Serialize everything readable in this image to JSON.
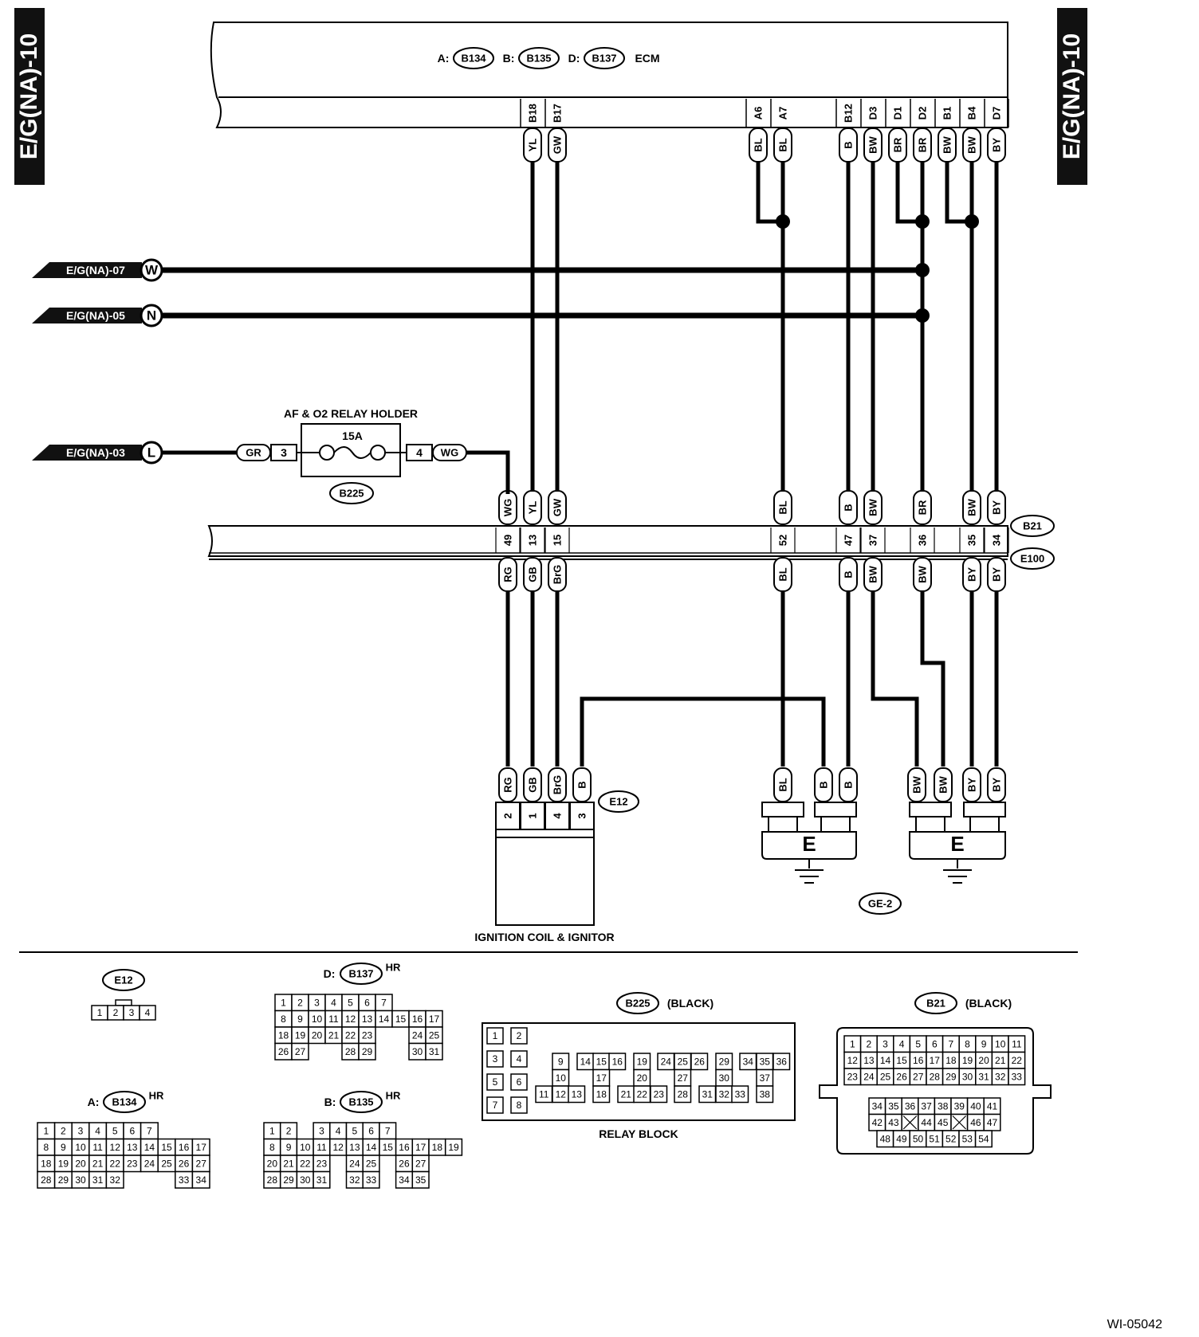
{
  "page_tab": "E/G(NA)-10",
  "figure_code": "WI-05042",
  "ecm": {
    "label": "ECM",
    "connectors": [
      {
        "prefix": "A:",
        "id": "B134"
      },
      {
        "prefix": "B:",
        "id": "B135"
      },
      {
        "prefix": "D:",
        "id": "B137"
      }
    ]
  },
  "ecm_pins": [
    {
      "pin": "B18",
      "color": "YL"
    },
    {
      "pin": "B17",
      "color": "GW"
    },
    {
      "pin": "A6",
      "color": "BL"
    },
    {
      "pin": "A7",
      "color": "BL"
    },
    {
      "pin": "B12",
      "color": "B"
    },
    {
      "pin": "D3",
      "color": "BW"
    },
    {
      "pin": "D1",
      "color": "BR"
    },
    {
      "pin": "D2",
      "color": "BR"
    },
    {
      "pin": "B1",
      "color": "BW"
    },
    {
      "pin": "B4",
      "color": "BW"
    },
    {
      "pin": "D7",
      "color": "BY"
    }
  ],
  "references": [
    {
      "page": "E/G(NA)-07",
      "letter": "W"
    },
    {
      "page": "E/G(NA)-05",
      "letter": "N"
    },
    {
      "page": "E/G(NA)-03",
      "letter": "L"
    }
  ],
  "relay_holder": {
    "title": "AF & O2 RELAY HOLDER",
    "fuse": "15A",
    "connector": "B225",
    "in_pin": "3",
    "in_color": "GR",
    "out_pin": "4",
    "out_color": "WG"
  },
  "junction": {
    "upper_id": "B21",
    "lower_id": "E100",
    "upper": [
      {
        "color": "WG",
        "pin": "49"
      },
      {
        "color": "YL",
        "pin": "13"
      },
      {
        "color": "GW",
        "pin": "15"
      },
      {
        "color": "BL",
        "pin": "52"
      },
      {
        "color": "B",
        "pin": "47"
      },
      {
        "color": "BW",
        "pin": "37"
      },
      {
        "color": "BR",
        "pin": "36"
      },
      {
        "color": "BW",
        "pin": "35"
      },
      {
        "color": "BY",
        "pin": "34"
      }
    ],
    "lower": [
      "RG",
      "GB",
      "BrG",
      "BL",
      "B",
      "BW",
      "BW",
      "BY",
      "BY"
    ]
  },
  "ignition": {
    "label": "IGNITION COIL & IGNITOR",
    "connector": "E12",
    "pins": [
      {
        "color": "RG",
        "pin": "2"
      },
      {
        "color": "GB",
        "pin": "1"
      },
      {
        "color": "BrG",
        "pin": "4"
      },
      {
        "color": "B",
        "pin": "3"
      }
    ]
  },
  "grounds": {
    "symbol": "E",
    "label": "GE-2",
    "left": [
      "BL",
      "B",
      "B"
    ],
    "right": [
      "BW",
      "BW",
      "BY",
      "BY"
    ]
  },
  "connector_views": {
    "e12": {
      "id": "E12",
      "pins": [
        "1",
        "2",
        "3",
        "4"
      ]
    },
    "b137": {
      "prefix": "D:",
      "id": "B137",
      "suffix": "HR",
      "rows": [
        [
          "1",
          "2",
          "3",
          "4",
          "5",
          "6",
          "7"
        ],
        [
          "8",
          "9",
          "10",
          "11",
          "12",
          "13",
          "14",
          "15",
          "16",
          "17"
        ],
        [
          "18",
          "19",
          "20",
          "21",
          "22",
          "23",
          "",
          "",
          "24",
          "25"
        ],
        [
          "26",
          "27",
          "",
          "",
          "28",
          "29",
          "",
          "",
          "30",
          "31"
        ]
      ]
    },
    "b134": {
      "prefix": "A:",
      "id": "B134",
      "suffix": "HR",
      "rows": [
        [
          "1",
          "2",
          "3",
          "4",
          "5",
          "6",
          "7"
        ],
        [
          "8",
          "9",
          "10",
          "11",
          "12",
          "13",
          "14",
          "15",
          "16",
          "17"
        ],
        [
          "18",
          "19",
          "20",
          "21",
          "22",
          "23",
          "24",
          "25",
          "26",
          "27"
        ],
        [
          "28",
          "29",
          "30",
          "31",
          "32",
          "",
          "",
          "",
          "33",
          "34"
        ]
      ]
    },
    "b135": {
      "prefix": "B:",
      "id": "B135",
      "suffix": "HR",
      "rows": [
        [
          "1",
          "2",
          "",
          "3",
          "4",
          "5",
          "6",
          "7"
        ],
        [
          "8",
          "9",
          "10",
          "11",
          "12",
          "13",
          "14",
          "15",
          "16",
          "17",
          "18",
          "19"
        ],
        [
          "20",
          "21",
          "22",
          "23",
          "",
          "24",
          "25",
          "",
          "26",
          "27"
        ],
        [
          "28",
          "29",
          "30",
          "31",
          "",
          "32",
          "33",
          "",
          "34",
          "35"
        ]
      ]
    },
    "b225": {
      "id": "B225",
      "note": "(BLACK)",
      "caption": "RELAY BLOCK",
      "left_pairs": [
        [
          "1",
          "2"
        ],
        [
          "3",
          "4"
        ],
        [
          "5",
          "6"
        ],
        [
          "7",
          "8"
        ]
      ],
      "grid": [
        [
          "",
          "9",
          "14",
          "15",
          "16",
          "19",
          "24",
          "25",
          "26",
          "29",
          "34",
          "35",
          "36"
        ],
        [
          "",
          "10",
          "",
          "17",
          "",
          "20",
          "",
          "27",
          "",
          "30",
          "",
          "37"
        ],
        [
          "11",
          "12",
          "13",
          "18",
          "21",
          "22",
          "23",
          "28",
          "31",
          "32",
          "33",
          "38"
        ]
      ]
    },
    "b21": {
      "id": "B21",
      "note": "(BLACK)",
      "rows": [
        [
          "1",
          "2",
          "3",
          "4",
          "5",
          "6",
          "7",
          "8",
          "9",
          "10",
          "11"
        ],
        [
          "12",
          "13",
          "14",
          "15",
          "16",
          "17",
          "18",
          "19",
          "20",
          "21",
          "22"
        ],
        [
          "23",
          "24",
          "25",
          "26",
          "27",
          "28",
          "29",
          "30",
          "31",
          "32",
          "33"
        ],
        [
          "34",
          "35",
          "36",
          "37",
          "38",
          "39",
          "40",
          "41"
        ],
        [
          "42",
          "43",
          "X",
          "44",
          "45",
          "X",
          "46",
          "47"
        ],
        [
          "48",
          "49",
          "50",
          "51",
          "52",
          "53",
          "54"
        ]
      ]
    }
  }
}
